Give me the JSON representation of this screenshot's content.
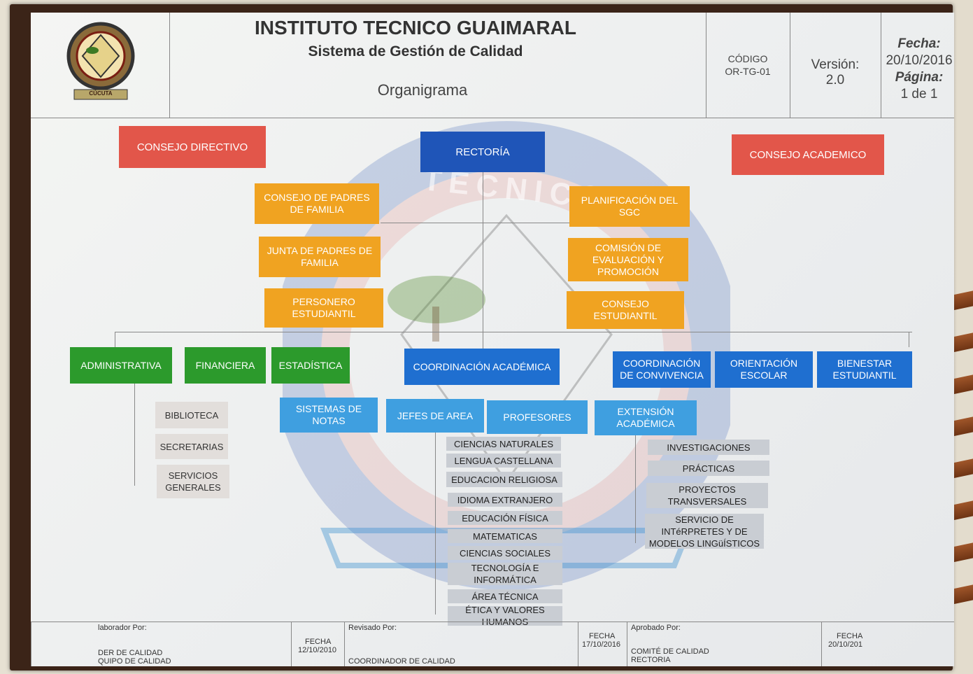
{
  "header": {
    "institution": "INSTITUTO TECNICO GUAIMARAL",
    "system": "Sistema de Gestión de Calidad",
    "document_title": "Organigrama",
    "code_label": "CÓDIGO",
    "code_value": "OR-TG-01",
    "version_label": "Versión:",
    "version_value": "2.0",
    "date_label": "Fecha:",
    "date_value": "20/10/2016",
    "page_label": "Página:",
    "page_value": "1 de 1",
    "logo_text": "CÚCUTA"
  },
  "watermark": {
    "top_text": "TÉCNICO"
  },
  "top_level": {
    "left": "CONSEJO DIRECTIVO",
    "center": "RECTORÍA",
    "right": "CONSEJO ACADEMICO"
  },
  "left_committees": [
    "CONSEJO DE PADRES DE FAMILIA",
    "JUNTA DE PADRES DE FAMILIA",
    "PERSONERO ESTUDIANTIL"
  ],
  "right_committees": [
    "PLANIFICACIÓN DEL SGC",
    "COMISIÓN DE EVALUACIÓN Y PROMOCIÓN",
    "CONSEJO ESTUDIANTIL"
  ],
  "departments_green": [
    "ADMINISTRATIVA",
    "FINANCIERA",
    "ESTADÍSTICA"
  ],
  "departments_blue": [
    "COORDINACIÓN ACADÉMICA",
    "COORDINACIÓN DE CONVIVENCIA",
    "ORIENTACIÓN ESCOLAR",
    "BIENESTAR ESTUDIANTIL"
  ],
  "admin_units": [
    "BIBLIOTECA",
    "SECRETARIAS",
    "SERVICIOS GENERALES"
  ],
  "academic_units": [
    "SISTEMAS DE NOTAS",
    "JEFES DE AREA",
    "PROFESORES",
    "EXTENSIÓN ACADÉMICA"
  ],
  "areas": [
    "CIENCIAS NATURALES",
    "LENGUA CASTELLANA",
    "EDUCACION RELIGIOSA",
    "IDIOMA EXTRANJERO",
    "EDUCACIÓN FÍSICA",
    "MATEMATICAS",
    "CIENCIAS SOCIALES",
    "TECNOLOGÍA E INFORMÁTICA",
    "ÁREA TÉCNICA",
    "ÉTICA Y VALORES HUMANOS"
  ],
  "extension_units": [
    "INVESTIGACIONES",
    "PRÁCTICAS",
    "PROYECTOS TRANSVERSALES",
    "SERVICIO DE INTéRPRETES Y DE MODELOS LINGüÍSTICOS"
  ],
  "footer": {
    "elaborado_label": "laborador Por:",
    "elaborado_line1": "DER DE CALIDAD",
    "elaborado_line2": "QUIPO DE CALIDAD",
    "fecha_label_1": "FECHA",
    "fecha_value_1": "12/10/2010",
    "revisado_label": "Revisado Por:",
    "revisado_value": "COORDINADOR DE CALIDAD",
    "fecha_label_2": "FECHA",
    "fecha_value_2": "17/10/2016",
    "aprobado_label": "Aprobado Por:",
    "aprobado_line1": "COMITÉ DE CALIDAD",
    "aprobado_line2": "RECTORIA",
    "fecha_label_3": "FECHA",
    "fecha_value_3": "20/10/201"
  },
  "colors": {
    "red": "#e2564a",
    "navy": "#1f55b8",
    "orange": "#f0a321",
    "green": "#2c9a2c",
    "blue": "#1f6fd0",
    "light_blue": "#3f9fe0",
    "grey": "#c9cdd3",
    "frame": "#3b2418"
  }
}
